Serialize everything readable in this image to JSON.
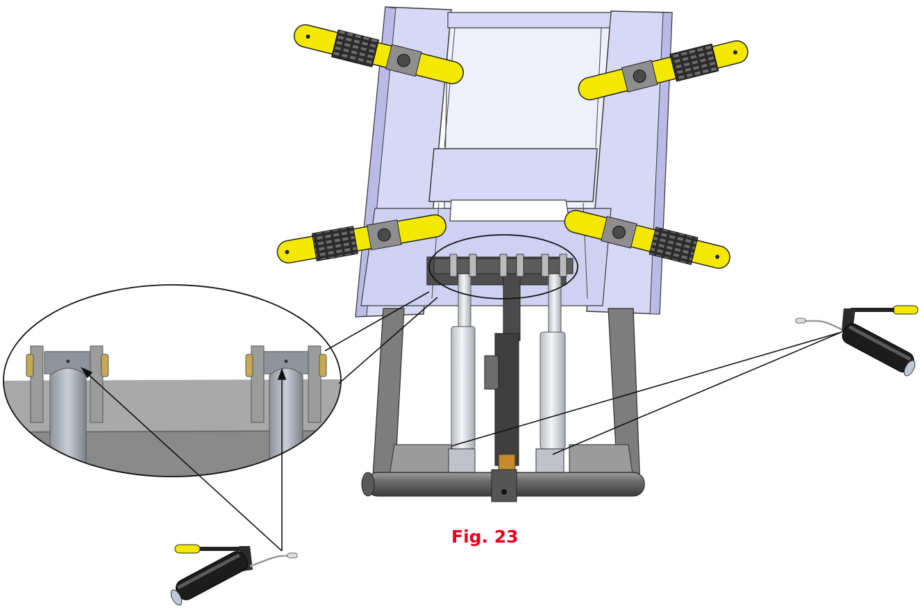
{
  "figure": {
    "caption": "Fig. 23"
  },
  "colors": {
    "frame": "#d7d8f5",
    "frame_edge": "#3a3a3a",
    "arm_yellow": "#f5e800",
    "pad_dark": "#2b2b2b",
    "base_gray": "#7d7d7d",
    "cylinder_light": "#e4e6ea",
    "caption_red": "#e8001c"
  },
  "parts": [
    {
      "name": "lift-platform-frame"
    },
    {
      "name": "lift-arm",
      "count": 4
    },
    {
      "name": "hydraulic-cylinder",
      "count": 2
    },
    {
      "name": "center-actuator"
    },
    {
      "name": "base-crossbar"
    },
    {
      "name": "zoom-detail-callout"
    },
    {
      "name": "grease-gun",
      "count": 2
    }
  ]
}
